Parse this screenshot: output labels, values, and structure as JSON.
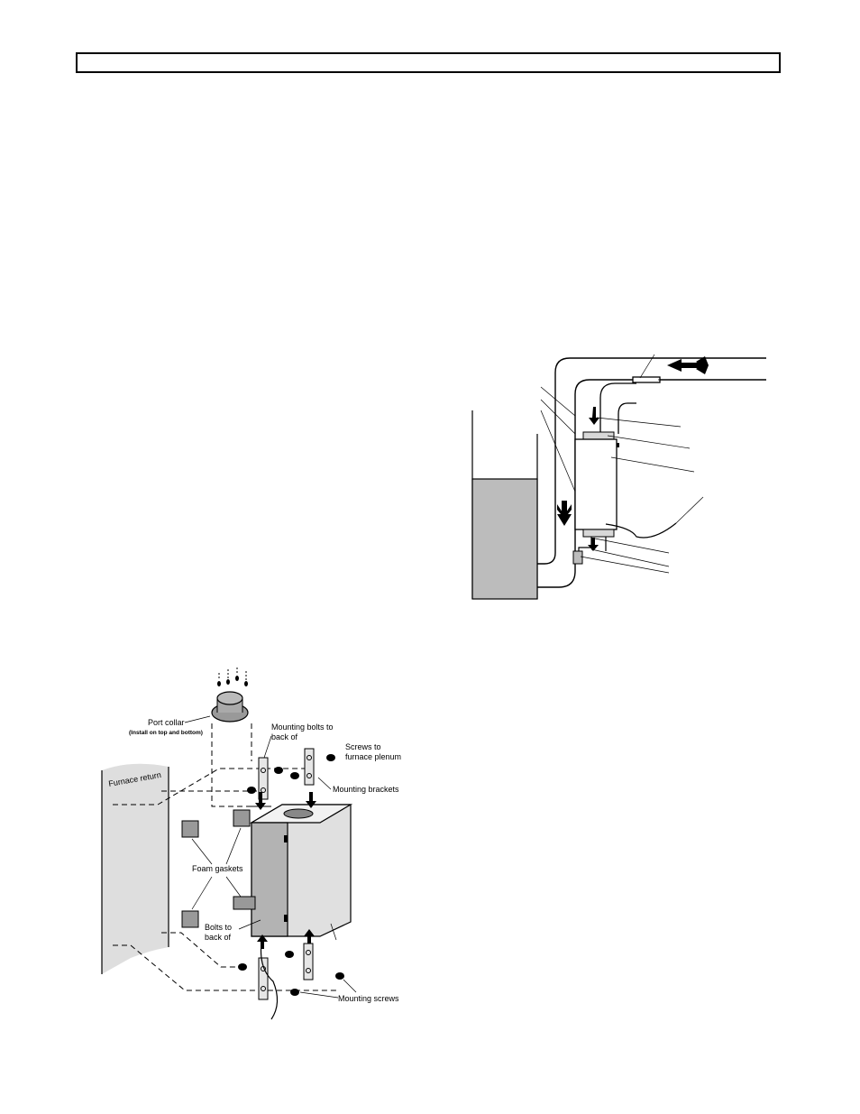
{
  "page": {
    "header_text": ""
  },
  "install_figure": {
    "labels": {
      "port_collar": "Port collar",
      "port_collar_note": "(Install on top and bottom)",
      "mounting_bolts_line1": "Mounting bolts to",
      "mounting_bolts_line2": "back of",
      "screws_line1": "Screws to",
      "screws_line2": "furnace plenum",
      "mounting_brackets": "Mounting brackets",
      "furnace_return": "Furnace return",
      "foam_gaskets": "Foam gaskets",
      "bolts_line1": "Bolts to",
      "bolts_line2": "back of",
      "mounting_screws": "Mounting screws"
    }
  },
  "duct_figure": {
    "labels": []
  }
}
